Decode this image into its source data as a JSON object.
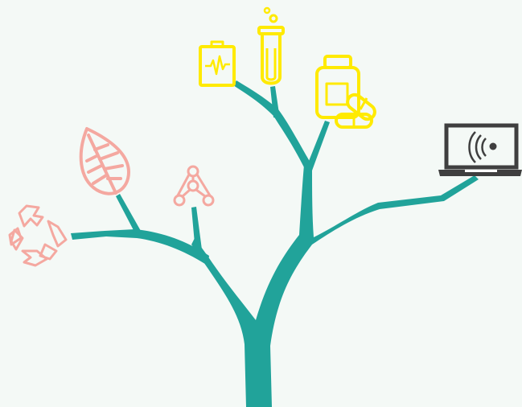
{
  "colors": {
    "background": "#f4f9f6",
    "trunk": "#21a39a",
    "science": "#ffea00",
    "environment": "#f4a8a0",
    "technology": "#3f3f3f"
  },
  "icons": [
    {
      "name": "recycle-icon",
      "group": "environment"
    },
    {
      "name": "leaf-icon",
      "group": "environment"
    },
    {
      "name": "molecule-icon",
      "group": "environment"
    },
    {
      "name": "clipboard-heartbeat-icon",
      "group": "science"
    },
    {
      "name": "test-tube-icon",
      "group": "science"
    },
    {
      "name": "pill-bottle-icon",
      "group": "science"
    },
    {
      "name": "laptop-wireless-icon",
      "group": "technology"
    }
  ]
}
